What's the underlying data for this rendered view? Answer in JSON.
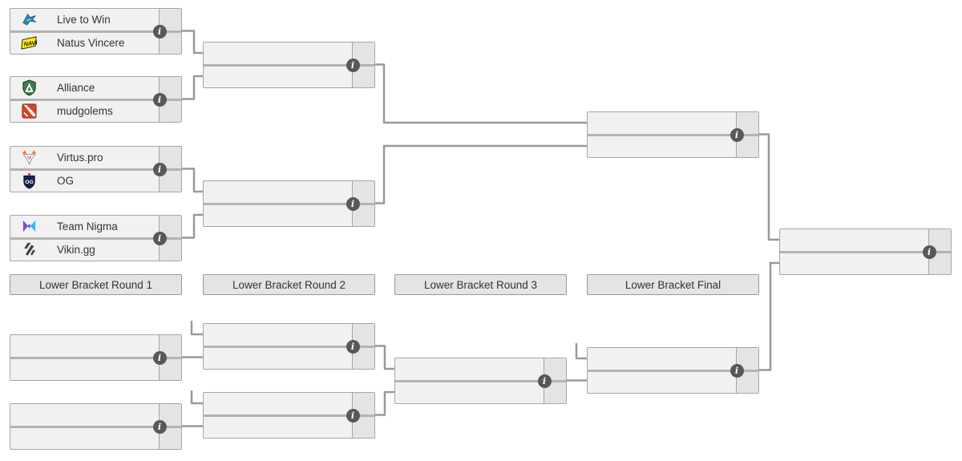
{
  "round_labels": {
    "lb1": "Lower Bracket Round 1",
    "lb2": "Lower Bracket Round 2",
    "lb3": "Lower Bracket Round 3",
    "lbf": "Lower Bracket Final"
  },
  "matches": {
    "ub_r1_m1": {
      "top": {
        "name": "Live to Win",
        "logo": "live-to-win-logo",
        "score": ""
      },
      "bottom": {
        "name": "Natus Vincere",
        "logo": "navi-logo",
        "score": ""
      }
    },
    "ub_r1_m2": {
      "top": {
        "name": "Alliance",
        "logo": "alliance-logo",
        "score": ""
      },
      "bottom": {
        "name": "mudgolems",
        "logo": "mudgolems-logo",
        "score": ""
      }
    },
    "ub_r1_m3": {
      "top": {
        "name": "Virtus.pro",
        "logo": "virtus-pro-logo",
        "score": ""
      },
      "bottom": {
        "name": "OG",
        "logo": "og-logo",
        "score": ""
      }
    },
    "ub_r1_m4": {
      "top": {
        "name": "Team Nigma",
        "logo": "team-nigma-logo",
        "score": ""
      },
      "bottom": {
        "name": "Vikin.gg",
        "logo": "vikin-gg-logo",
        "score": ""
      }
    }
  },
  "icons": {
    "info_glyph": "i"
  },
  "colors": {
    "box_fill": "#f1f1f1",
    "score_fill": "#e4e4e4",
    "box_border": "#a6a6a6",
    "divider": "#b3b3b3",
    "wire": "#999999",
    "info_bg": "#585858",
    "text": "#333333"
  }
}
